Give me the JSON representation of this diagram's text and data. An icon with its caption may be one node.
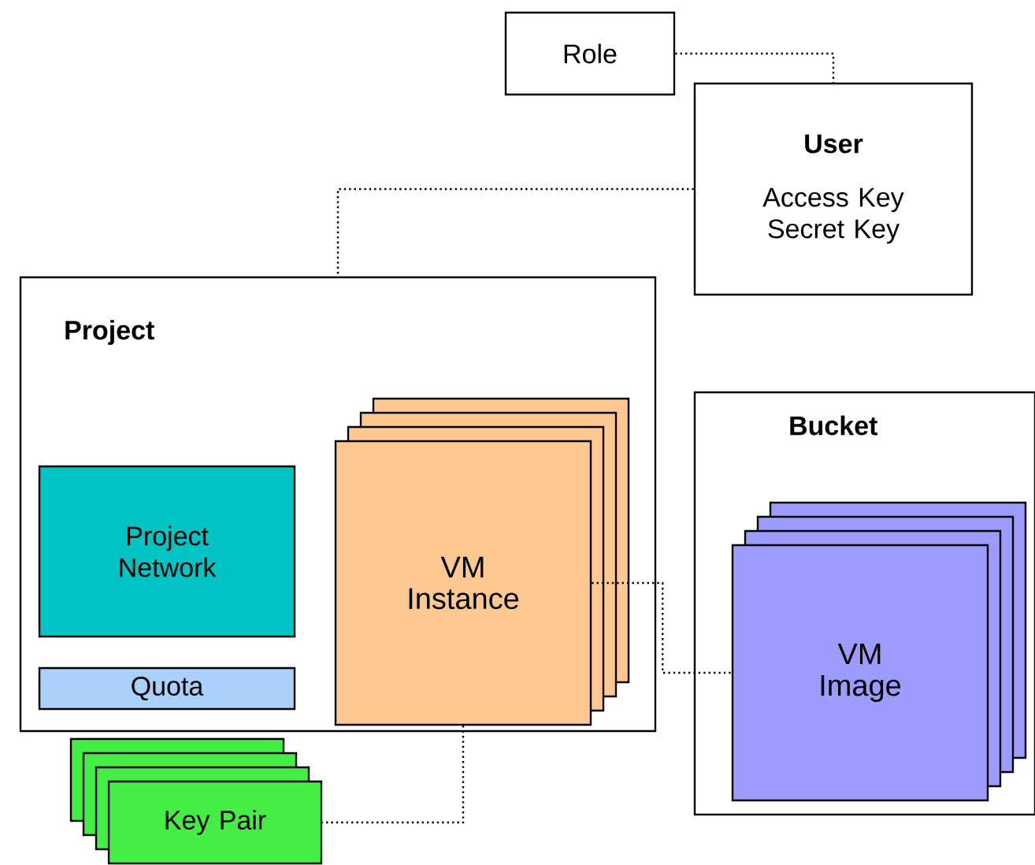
{
  "diagram": {
    "nodes": [
      {
        "text": [
          "Role"
        ]
      },
      {
        "text": [
          "User",
          "Access Key",
          "Secret Key"
        ]
      },
      {
        "text": [
          "Project"
        ]
      },
      {
        "text": [
          "Project Network"
        ],
        "in": 2
      },
      {
        "text": [
          "Quota"
        ],
        "in": 2
      },
      {
        "text": [
          "VM Instance"
        ],
        "in": 2
      },
      {
        "text": [
          "Bucket"
        ]
      },
      {
        "text": [
          "VM Image"
        ],
        "in": 6
      },
      {
        "text": [
          "Key Pair"
        ]
      }
    ],
    "edges": [
      {
        "from": 0,
        "to": 1,
        "arrow": "none"
      },
      {
        "from": 1,
        "to": 2,
        "arrow": "none"
      },
      {
        "from": 5,
        "to": 7,
        "arrow": "none"
      },
      {
        "from": 5,
        "to": 8,
        "arrow": "none"
      }
    ]
  }
}
